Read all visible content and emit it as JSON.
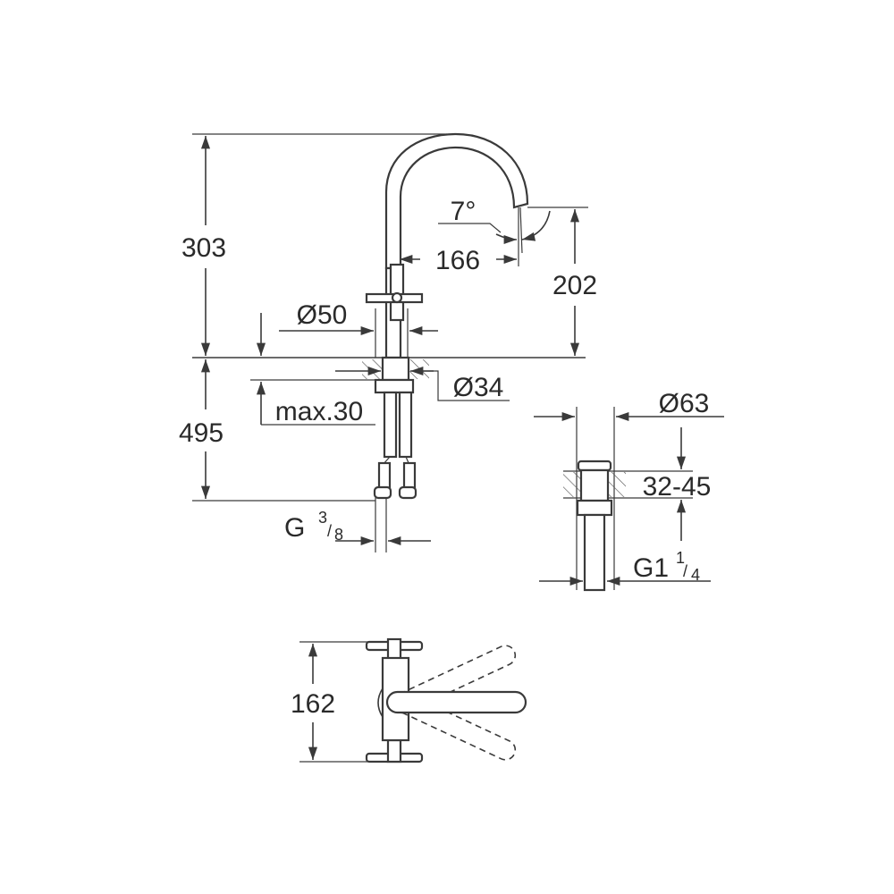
{
  "dimensions": {
    "total_height": "303",
    "installed_depth": "495",
    "spout_height": "202",
    "spout_reach": "166",
    "swivel_angle": "7°",
    "base_diameter": "Ø50",
    "hole_diameter": "Ø34",
    "max_deck": "max.30",
    "supply_thread": "G",
    "supply_thread_num": "3",
    "supply_thread_den": "8",
    "waste_diameter": "Ø63",
    "waste_deck": "32-45",
    "waste_thread": "G1",
    "waste_thread_num": "1",
    "waste_thread_den": "4",
    "handle_span": "162"
  }
}
